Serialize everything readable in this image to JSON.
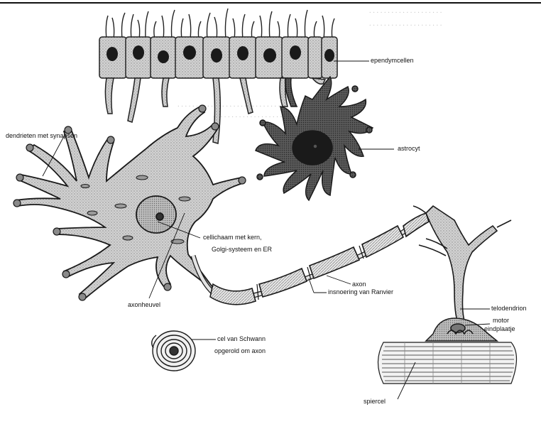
{
  "labels": {
    "ependymal": "ependymcellen",
    "dendrites": "dendrieten met synapsen",
    "astrocyte": "astrocyt",
    "cellbody_line1": "cellichaam met kern,",
    "cellbody_line2": "Golgi-systeem en ER",
    "axon": "axon",
    "ranvier": "insnoering van Ranvier",
    "axon_hillock": "axonheuvel",
    "schwann_line1": "cel van Schwann",
    "schwann_line2": "opgerold om axon",
    "telodendrion": "telodendrion",
    "motor_end_line1": "motor",
    "motor_end_line2": "eindplaatje",
    "muscle": "spiercel"
  }
}
